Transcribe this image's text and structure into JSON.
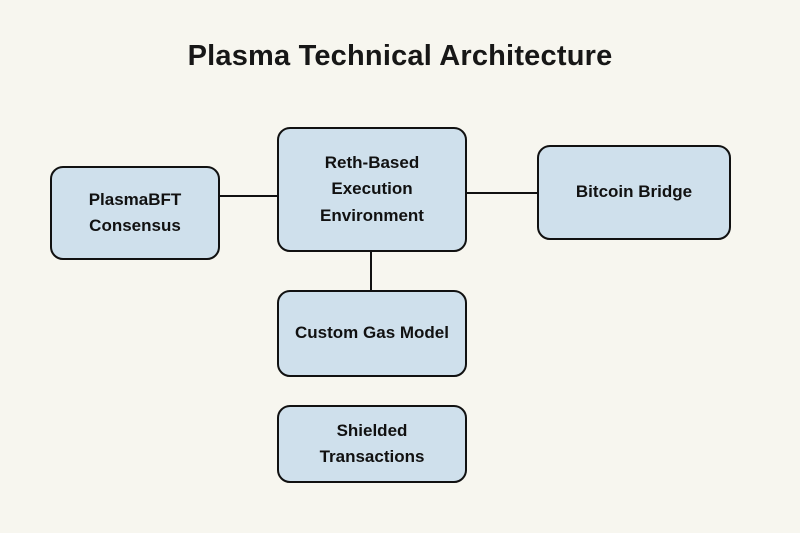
{
  "title": "Plasma Technical Architecture",
  "colors": {
    "background": "#f7f6ef",
    "node_fill": "#cfe0ec",
    "node_border": "#111111",
    "connector": "#111111",
    "text": "#111111"
  },
  "nodes": [
    {
      "id": "plasmabft-consensus",
      "label": "PlasmaBFT Consensus"
    },
    {
      "id": "reth-execution",
      "label": "Reth-Based Execution Environment"
    },
    {
      "id": "bitcoin-bridge",
      "label": "Bitcoin Bridge"
    },
    {
      "id": "custom-gas-model",
      "label": "Custom Gas Model"
    },
    {
      "id": "shielded-transactions",
      "label": "Shielded Transactions"
    }
  ],
  "edges": [
    {
      "from": "plasmabft-consensus",
      "to": "reth-execution"
    },
    {
      "from": "reth-execution",
      "to": "bitcoin-bridge"
    },
    {
      "from": "reth-execution",
      "to": "custom-gas-model"
    }
  ]
}
